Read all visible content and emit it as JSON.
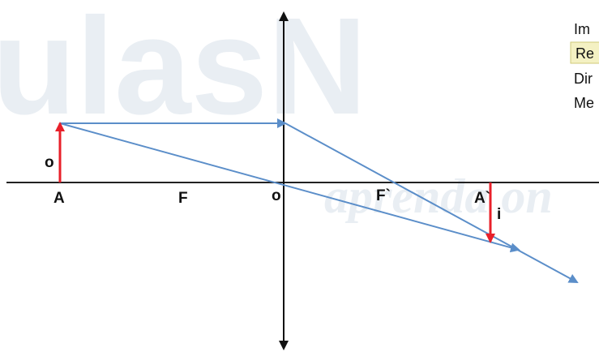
{
  "watermark": {
    "main": "ulasN",
    "sub": "aprenda on"
  },
  "labels": {
    "object_height": "o",
    "object_point": "A",
    "focus_left": "F",
    "lens_center": "o",
    "focus_right": "F`",
    "image_point": "A`",
    "image_height": "i"
  },
  "side_list": {
    "items": [
      "Im",
      "Re",
      "Dir",
      "Me"
    ],
    "highlighted_index": 1
  },
  "colors": {
    "ray": "#5b8ec9",
    "object_arrow": "#e8202a",
    "axis": "#222222",
    "lens": "#111111",
    "highlight": "#f4f1c3",
    "watermark": "#e9eef3"
  }
}
